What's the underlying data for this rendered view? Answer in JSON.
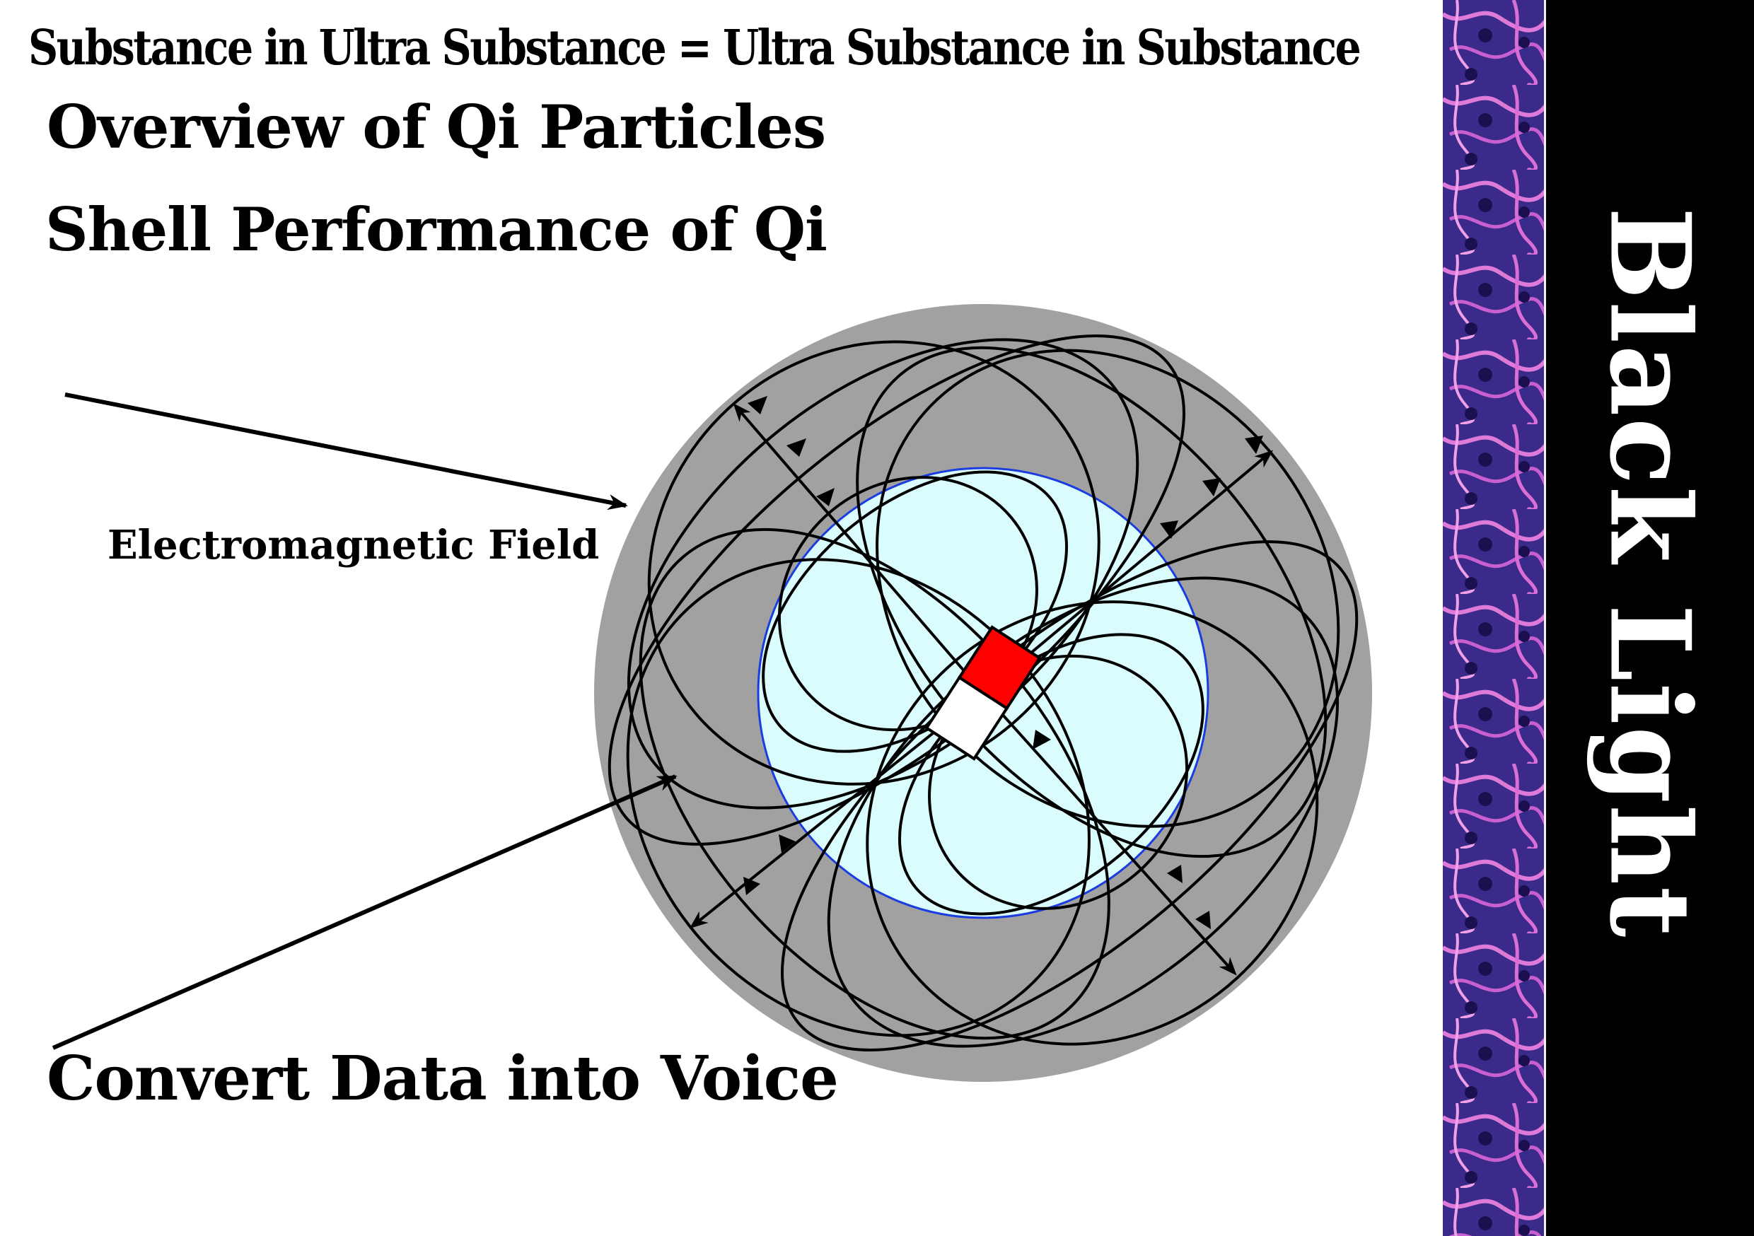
{
  "header": {
    "title": "Substance in Ultra Substance = Ultra Substance in Substance"
  },
  "headings": {
    "overview": "Overview of Qi Particles",
    "shell": "Shell Performance of Qi",
    "convert": "Convert Data into Voice"
  },
  "diagram": {
    "label_field": "Electromagnetic Field",
    "colors": {
      "outer_shell": "#a1a1a1",
      "inner_core": "#dafcfd",
      "core_outline": "#1a3ce0",
      "magnet_north": "#ff0000",
      "magnet_south": "#ffffff",
      "field_lines": "#000000"
    }
  },
  "side_panel": {
    "title": "Black Light",
    "colors": {
      "panel": "#000000",
      "texture_base": "#3c2a8a",
      "texture_veins": "#e07ad8"
    }
  }
}
